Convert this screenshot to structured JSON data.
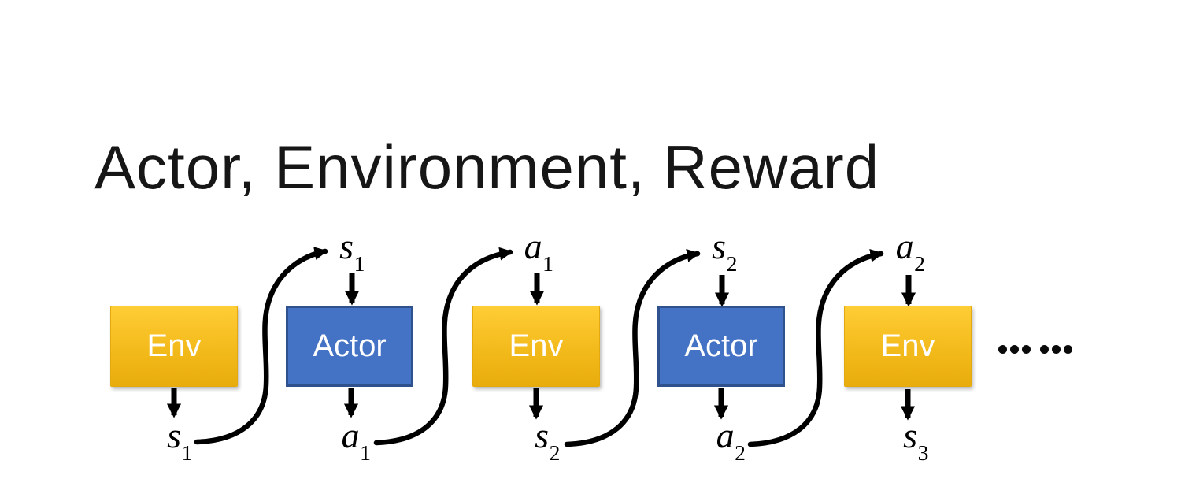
{
  "slide": {
    "title": "Actor, Environment, Reward",
    "ellipsis": "……"
  },
  "diagram": {
    "boxes": [
      {
        "id": "env-1",
        "label": "Env"
      },
      {
        "id": "actor-1",
        "label": "Actor"
      },
      {
        "id": "env-2",
        "label": "Env"
      },
      {
        "id": "actor-2",
        "label": "Actor"
      },
      {
        "id": "env-3",
        "label": "Env"
      }
    ],
    "top_labels": [
      {
        "base": "s",
        "sub": "1"
      },
      {
        "base": "a",
        "sub": "1"
      },
      {
        "base": "s",
        "sub": "2"
      },
      {
        "base": "a",
        "sub": "2"
      }
    ],
    "bottom_labels": [
      {
        "base": "s",
        "sub": "1"
      },
      {
        "base": "a",
        "sub": "1"
      },
      {
        "base": "s",
        "sub": "2"
      },
      {
        "base": "a",
        "sub": "2"
      },
      {
        "base": "s",
        "sub": "3"
      }
    ],
    "flow": [
      "Env emits s1 to Actor",
      "Actor emits a1 to Env",
      "Env emits s2 to Actor",
      "Actor emits a2 to Env",
      "Env emits s3"
    ],
    "colors": {
      "env_gradient_top": "#FFCD36",
      "env_gradient_bottom": "#E8AD0C",
      "actor_fill": "#4472C4",
      "actor_border": "#2F528F",
      "arrow": "#000000",
      "box_text": "#FFFFFF",
      "title_text": "#161616"
    }
  }
}
